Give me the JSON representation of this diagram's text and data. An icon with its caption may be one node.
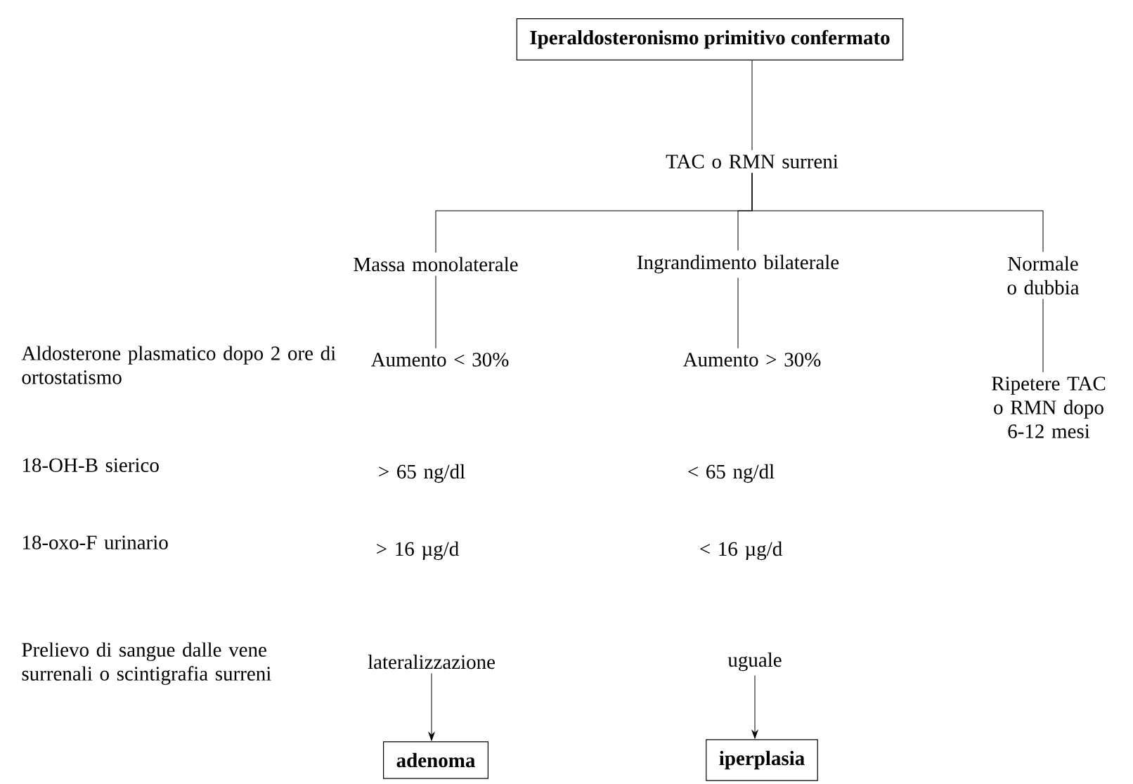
{
  "diagram": {
    "nodes": [
      {
        "text": [
          "Iperaldosteronismo primitivo confermato"
        ]
      },
      {
        "text": [
          "TAC o RMN surreni"
        ]
      },
      {
        "text": [
          "Massa monolaterale"
        ]
      },
      {
        "text": [
          "Ingrandimento bilaterale"
        ]
      },
      {
        "text": [
          "Normale o dubbia"
        ]
      },
      {
        "text": [
          "Aumento < 30%"
        ]
      },
      {
        "text": [
          "Aumento > 30%"
        ]
      },
      {
        "text": [
          "Ripetere TAC o RMN dopo 6-12 mesi"
        ]
      },
      {
        "text": [
          "lateralizzazione"
        ]
      },
      {
        "text": [
          "uguale"
        ]
      },
      {
        "text": [
          "adenoma"
        ]
      },
      {
        "text": [
          "iperplasia"
        ]
      }
    ],
    "edges": [
      {
        "from": 0,
        "to": 1,
        "arrow": "none"
      },
      {
        "from": 1,
        "to": 2,
        "arrow": "none"
      },
      {
        "from": 1,
        "to": 3,
        "arrow": "none"
      },
      {
        "from": 1,
        "to": 4,
        "arrow": "none"
      },
      {
        "from": 2,
        "to": 5,
        "arrow": "none"
      },
      {
        "from": 3,
        "to": 6,
        "arrow": "none"
      },
      {
        "from": 4,
        "to": 7,
        "arrow": "none"
      },
      {
        "from": 8,
        "to": 10,
        "arrow": "to"
      },
      {
        "from": 9,
        "to": 11,
        "arrow": "to"
      }
    ],
    "labels": [
      "Aldosterone plasmatico dopo 2 ore di ortostatismo",
      "18-OH-B sierico",
      "> 65 ng/dl",
      "< 65 ng/dl",
      "18-oxo-F urinario",
      "> 16 µg/d",
      "< 16 µg/d",
      "Prelievo di sangue dalle vene surrenali o scintigrafia surreni"
    ]
  }
}
